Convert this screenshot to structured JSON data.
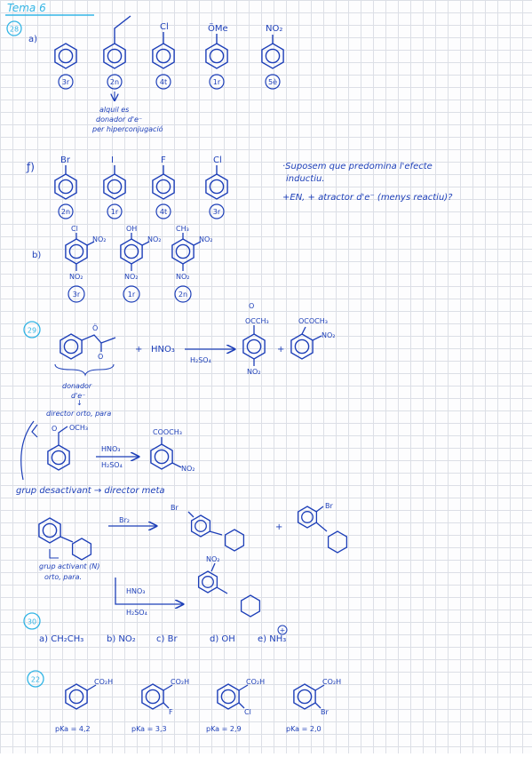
{
  "header": {
    "title": "Tema 6"
  },
  "colors": {
    "ink": "#1d3fb8",
    "cyan": "#33b5e5",
    "grid": "#dcdfe6"
  },
  "q28": {
    "number": "28",
    "part_a": {
      "label": "a)",
      "substituents": [
        "",
        "",
        "Cl",
        "ÖMe",
        "NO₂"
      ],
      "ranks": [
        "3r",
        "2n",
        "4t",
        "1r",
        "5è"
      ],
      "note": [
        "alquil es",
        "donador d'e⁻",
        "per hiperconjugació"
      ]
    },
    "part_f": {
      "label": "ƒ)",
      "substituents": [
        "Br",
        "I",
        "F",
        "Cl"
      ],
      "ranks": [
        "2n",
        "1r",
        "4t",
        "3r"
      ],
      "note": [
        "·Suposem que predomina l'efecte",
        "inductiu.",
        "+EN, + atractor d'e⁻ (menys reactiu)?"
      ]
    },
    "part_b": {
      "label": "b)",
      "top": [
        "Cl",
        "OH",
        "CH₃"
      ],
      "side": "NO₂",
      "bottom": "NO₂",
      "ranks": [
        "3r",
        "1r",
        "2n"
      ]
    }
  },
  "q29": {
    "number": "29",
    "reagent": "HNO₃",
    "catalyst": "H₂SO₄",
    "plus": "+",
    "prod1_top": "OCCH₃",
    "prod1_carbonyl": "O",
    "prod2_sub": "OCOCH₃",
    "no2": "NO₂",
    "donor_note": [
      "donador",
      "d'e⁻",
      "director orto, para"
    ],
    "ester_sub": "OCH₃",
    "ester_product_sub": "COOCH₃",
    "meta_note": "grup desactivant → director meta",
    "br2": "Br₂",
    "br": "Br",
    "amine_note": [
      "grup activant (N)",
      "orto, para."
    ]
  },
  "q30": {
    "number": "30",
    "items": [
      "a) CH₂CH₃",
      "b) NO₂",
      "c) Br",
      "d) OH",
      "e) NH₃"
    ],
    "charge": "+"
  },
  "q22": {
    "number": "22",
    "acid_label": "CO₂H",
    "subs": [
      "",
      "F",
      "Cl",
      "Br"
    ],
    "pka": [
      "pKa = 4,2",
      "pKa = 3,3",
      "pKa = 2,9",
      "pKa = 2,0"
    ]
  }
}
